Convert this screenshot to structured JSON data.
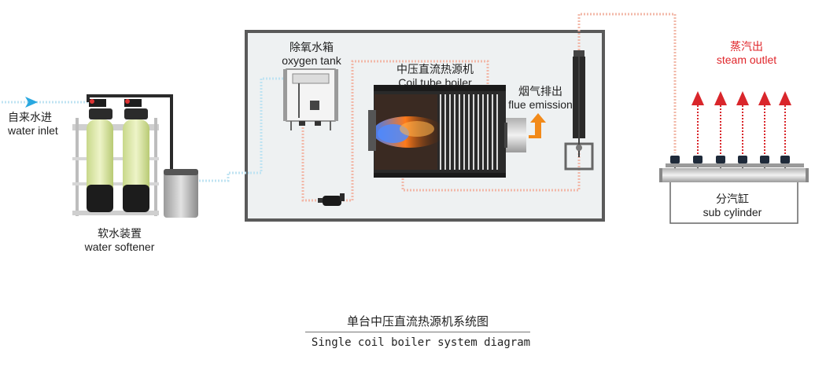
{
  "labels": {
    "water_inlet_cn": "自来水进",
    "water_inlet_en": "water inlet",
    "water_softener_cn": "软水装置",
    "water_softener_en": "water softener",
    "oxygen_tank_cn": "除氧水箱",
    "oxygen_tank_en": "oxygen tank",
    "boiler_cn": "中压直流热源机",
    "boiler_en": "Coil tube boiler",
    "flue_cn": "烟气排出",
    "flue_en": "flue emission",
    "steam_cn": "蒸汽出",
    "steam_en": "steam outlet",
    "sub_cylinder_cn": "分汽缸",
    "sub_cylinder_en": "sub cylinder"
  },
  "caption": {
    "cn": "单台中压直流热源机系统图",
    "en": "Single coil boiler system diagram"
  },
  "colors": {
    "water_line": "#bfe3f2",
    "steam_line": "#f2b8a8",
    "steam_arrow": "#d9262b",
    "flue_arrow": "#f28a1a",
    "inlet_arrow": "#29a8e0",
    "frame": "#5a5a5a"
  },
  "icons": {
    "inlet_arrow": "arrow-right",
    "steam_arrows": "arrow-up",
    "flue_arrow": "arrow-up-right"
  }
}
